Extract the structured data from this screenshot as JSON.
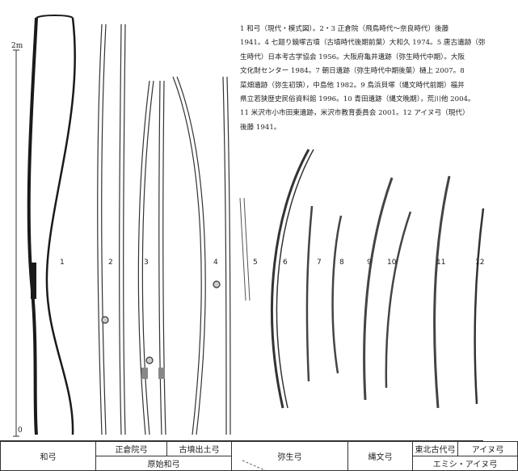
{
  "scale": {
    "top_label": "2m",
    "bottom_label": "0"
  },
  "caption_lines": [
    "1 和弓（現代・模式図）。2・3 正倉院（飛鳥時代〜奈良時代）後藤",
    "1941。4 七廻り鏡塚古墳（古墳時代後期前葉）大和久 1974。5 唐古遺跡（弥",
    "生時代）日本考古学協会 1956。大阪府亀井遺跡（弥生時代中期）。大阪",
    "文化財センター 1984。7 朝日遺跡（弥生時代中期後葉）樋上 2007。8",
    "菜畑遺跡（弥生初頭），中島他 1982。9 鳥浜貝塚（縄文時代前期）福井",
    "県立若狭歴史民俗資料館 1996。10 青田遺跡（縄文晩期），荒川他 2004。",
    "11 米沢市小市田東遺跡，米沢市教育委員会 2001。12 アイヌ弓（現代）",
    "後藤 1941。"
  ],
  "bow_numbers": [
    "1",
    "2",
    "3",
    "4",
    "5",
    "6",
    "7",
    "8",
    "9",
    "10",
    "11",
    "12"
  ],
  "table": {
    "row1": [
      "和弓",
      "正倉院弓",
      "古墳出土弓",
      "弥生弓",
      "縄文弓",
      "東北古代弓",
      "アイヌ弓"
    ],
    "row2": [
      "原始和弓",
      "エミシ・アイヌ弓"
    ]
  },
  "colors": {
    "ink": "#222222",
    "bow_dark": "#1a1a1a",
    "paper": "#ffffff"
  }
}
